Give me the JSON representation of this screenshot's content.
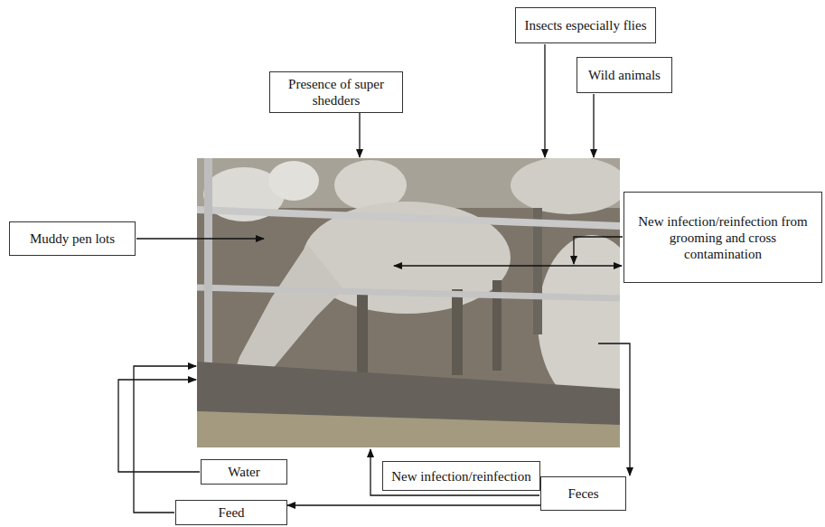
{
  "diagram": {
    "nodes": [
      {
        "text": [
          "Presence of super shedders"
        ]
      },
      {
        "text": [
          "Insects especially flies"
        ]
      },
      {
        "text": [
          "Wild animals"
        ]
      },
      {
        "text": [
          "Muddy pen lots"
        ]
      },
      {
        "text": [
          "New infection/reinfection from grooming and cross contamination"
        ]
      },
      {
        "text": [
          "Water"
        ]
      },
      {
        "text": [
          "New infection/reinfection"
        ]
      },
      {
        "text": [
          "Feces"
        ]
      },
      {
        "text": [
          "Feed"
        ]
      }
    ],
    "edges": [
      {
        "from": 7,
        "to": 8,
        "arrow": "to"
      }
    ]
  }
}
